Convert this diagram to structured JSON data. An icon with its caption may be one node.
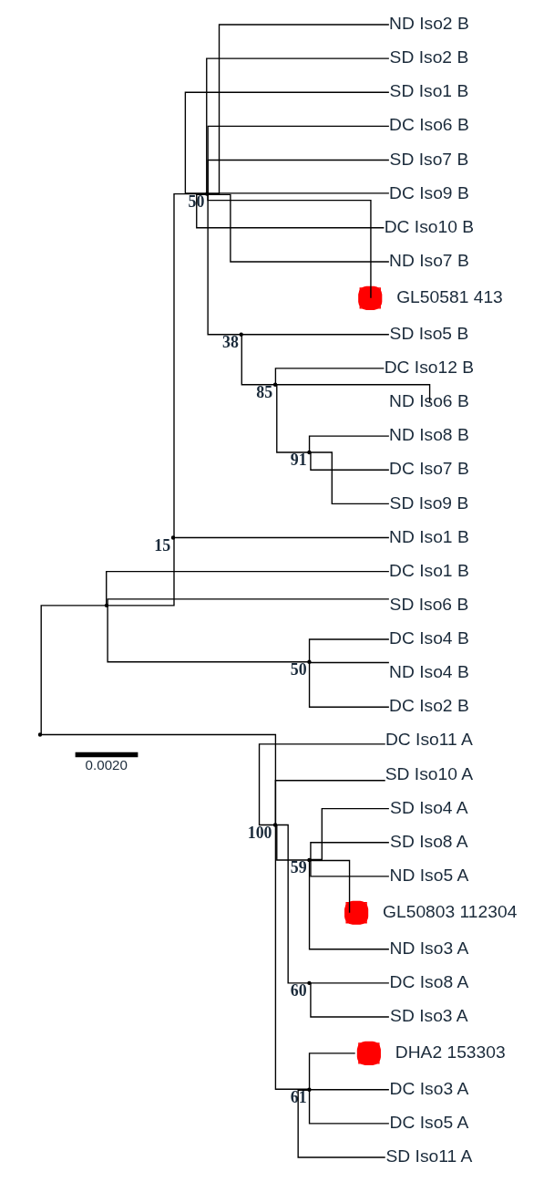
{
  "diagram": {
    "nodes": [
      {
        "text": [],
        "shape": "point"
      },
      {
        "text": [],
        "shape": "point"
      },
      {
        "text": [],
        "shape": "point",
        "beside": [
          "15"
        ]
      },
      {
        "text": [],
        "shape": "point",
        "beside": [
          "50"
        ]
      },
      {
        "text": [
          "ND Iso2 B"
        ]
      },
      {
        "text": [
          "SD Iso2 B"
        ]
      },
      {
        "text": [
          "SD Iso1 B"
        ]
      },
      {
        "text": [
          "DC Iso6 B"
        ]
      },
      {
        "text": [
          "SD Iso7 B"
        ]
      },
      {
        "text": [
          "DC Iso9 B"
        ]
      },
      {
        "text": [
          "DC Iso10 B"
        ]
      },
      {
        "text": [
          "ND Iso7 B"
        ]
      },
      {
        "text": [],
        "shape": "circle",
        "beside": [
          "GL50581 413"
        ]
      },
      {
        "text": [],
        "shape": "point",
        "beside": [
          "38"
        ]
      },
      {
        "text": [
          "SD Iso5 B"
        ]
      },
      {
        "text": [],
        "shape": "point",
        "beside": [
          "85"
        ]
      },
      {
        "text": [
          "DC Iso12 B"
        ]
      },
      {
        "text": [
          "ND Iso6 B"
        ]
      },
      {
        "text": [],
        "shape": "point",
        "beside": [
          "91"
        ]
      },
      {
        "text": [
          "ND Iso8 B"
        ]
      },
      {
        "text": [
          "DC Iso7 B"
        ]
      },
      {
        "text": [
          "SD Iso9 B"
        ]
      },
      {
        "text": [
          "ND Iso1 B"
        ]
      },
      {
        "text": [
          "DC Iso1 B"
        ]
      },
      {
        "text": [
          "SD Iso6 B"
        ]
      },
      {
        "text": [],
        "shape": "point",
        "beside": [
          "50"
        ]
      },
      {
        "text": [
          "DC Iso4 B"
        ]
      },
      {
        "text": [
          "ND Iso4 B"
        ]
      },
      {
        "text": [
          "DC Iso2 B"
        ]
      },
      {
        "text": [],
        "shape": "point",
        "beside": [
          "100"
        ]
      },
      {
        "text": [
          "DC Iso11 A"
        ]
      },
      {
        "text": [
          "SD Iso10 A"
        ]
      },
      {
        "text": [],
        "shape": "point",
        "beside": [
          "59"
        ]
      },
      {
        "text": [
          "SD Iso4 A"
        ]
      },
      {
        "text": [
          "SD Iso8 A"
        ]
      },
      {
        "text": [
          "ND Iso5 A"
        ]
      },
      {
        "text": [],
        "shape": "circle",
        "beside": [
          "GL50803 112304"
        ]
      },
      {
        "text": [
          "ND Iso3 A"
        ]
      },
      {
        "text": [],
        "shape": "point",
        "beside": [
          "60"
        ]
      },
      {
        "text": [
          "DC Iso8 A"
        ]
      },
      {
        "text": [
          "SD Iso3 A"
        ]
      },
      {
        "text": [],
        "shape": "point",
        "beside": [
          "61"
        ]
      },
      {
        "text": [],
        "shape": "circle",
        "beside": [
          "DHA2 153303"
        ]
      },
      {
        "text": [
          "DC Iso3 A"
        ]
      },
      {
        "text": [
          "DC Iso5 A"
        ]
      },
      {
        "text": [
          "SD Iso11 A"
        ]
      }
    ],
    "edges": [
      {
        "from": 0,
        "to": 1,
        "arrow": "none"
      },
      {
        "from": 1,
        "to": 2,
        "arrow": "none"
      },
      {
        "from": 2,
        "to": 3,
        "arrow": "none"
      },
      {
        "from": 3,
        "to": 4,
        "arrow": "none"
      },
      {
        "from": 3,
        "to": 5,
        "arrow": "none"
      },
      {
        "from": 3,
        "to": 6,
        "arrow": "none"
      },
      {
        "from": 3,
        "to": 7,
        "arrow": "none"
      },
      {
        "from": 3,
        "to": 8,
        "arrow": "none"
      },
      {
        "from": 3,
        "to": 9,
        "arrow": "none"
      },
      {
        "from": 3,
        "to": 10,
        "arrow": "none"
      },
      {
        "from": 3,
        "to": 11,
        "arrow": "none"
      },
      {
        "from": 3,
        "to": 12,
        "arrow": "none"
      },
      {
        "from": 3,
        "to": 13,
        "arrow": "none"
      },
      {
        "from": 13,
        "to": 14,
        "arrow": "none"
      },
      {
        "from": 13,
        "to": 15,
        "arrow": "none"
      },
      {
        "from": 15,
        "to": 16,
        "arrow": "none"
      },
      {
        "from": 15,
        "to": 17,
        "arrow": "none"
      },
      {
        "from": 15,
        "to": 18,
        "arrow": "none"
      },
      {
        "from": 18,
        "to": 19,
        "arrow": "none"
      },
      {
        "from": 18,
        "to": 20,
        "arrow": "none"
      },
      {
        "from": 18,
        "to": 21,
        "arrow": "none"
      },
      {
        "from": 2,
        "to": 22,
        "arrow": "none"
      },
      {
        "from": 1,
        "to": 23,
        "arrow": "none"
      },
      {
        "from": 1,
        "to": 24,
        "arrow": "none"
      },
      {
        "from": 1,
        "to": 25,
        "arrow": "none"
      },
      {
        "from": 25,
        "to": 26,
        "arrow": "none"
      },
      {
        "from": 25,
        "to": 27,
        "arrow": "none"
      },
      {
        "from": 25,
        "to": 28,
        "arrow": "none"
      },
      {
        "from": 0,
        "to": 29,
        "arrow": "none"
      },
      {
        "from": 29,
        "to": 30,
        "arrow": "none"
      },
      {
        "from": 29,
        "to": 31,
        "arrow": "none"
      },
      {
        "from": 29,
        "to": 32,
        "arrow": "none"
      },
      {
        "from": 32,
        "to": 33,
        "arrow": "none"
      },
      {
        "from": 32,
        "to": 34,
        "arrow": "none"
      },
      {
        "from": 32,
        "to": 35,
        "arrow": "none"
      },
      {
        "from": 32,
        "to": 36,
        "arrow": "none"
      },
      {
        "from": 32,
        "to": 37,
        "arrow": "none"
      },
      {
        "from": 29,
        "to": 38,
        "arrow": "none"
      },
      {
        "from": 38,
        "to": 39,
        "arrow": "none"
      },
      {
        "from": 38,
        "to": 40,
        "arrow": "none"
      },
      {
        "from": 29,
        "to": 41,
        "arrow": "none"
      },
      {
        "from": 41,
        "to": 42,
        "arrow": "none"
      },
      {
        "from": 41,
        "to": 43,
        "arrow": "none"
      },
      {
        "from": 41,
        "to": 44,
        "arrow": "none"
      },
      {
        "from": 41,
        "to": 45,
        "arrow": "none"
      }
    ],
    "labels": [
      "0.0020"
    ]
  }
}
